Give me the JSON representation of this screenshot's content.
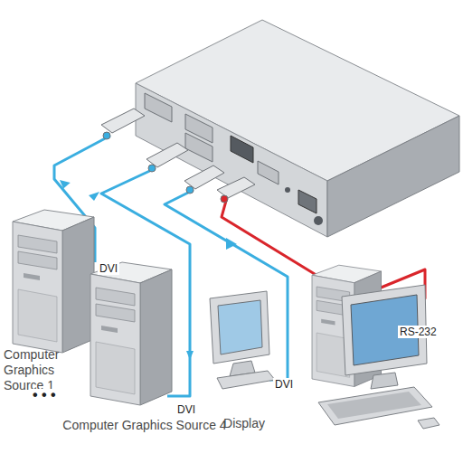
{
  "diagram": {
    "nodes": [
      {
        "text": [
          "Computer Graphics Source 1"
        ]
      },
      {
        "text": [
          "Computer Graphics Source 4"
        ]
      },
      {
        "text": [
          "Display"
        ]
      }
    ],
    "labels": [
      "DVI",
      "DVI",
      "DVI",
      "RS-232",
      "• • •"
    ]
  }
}
